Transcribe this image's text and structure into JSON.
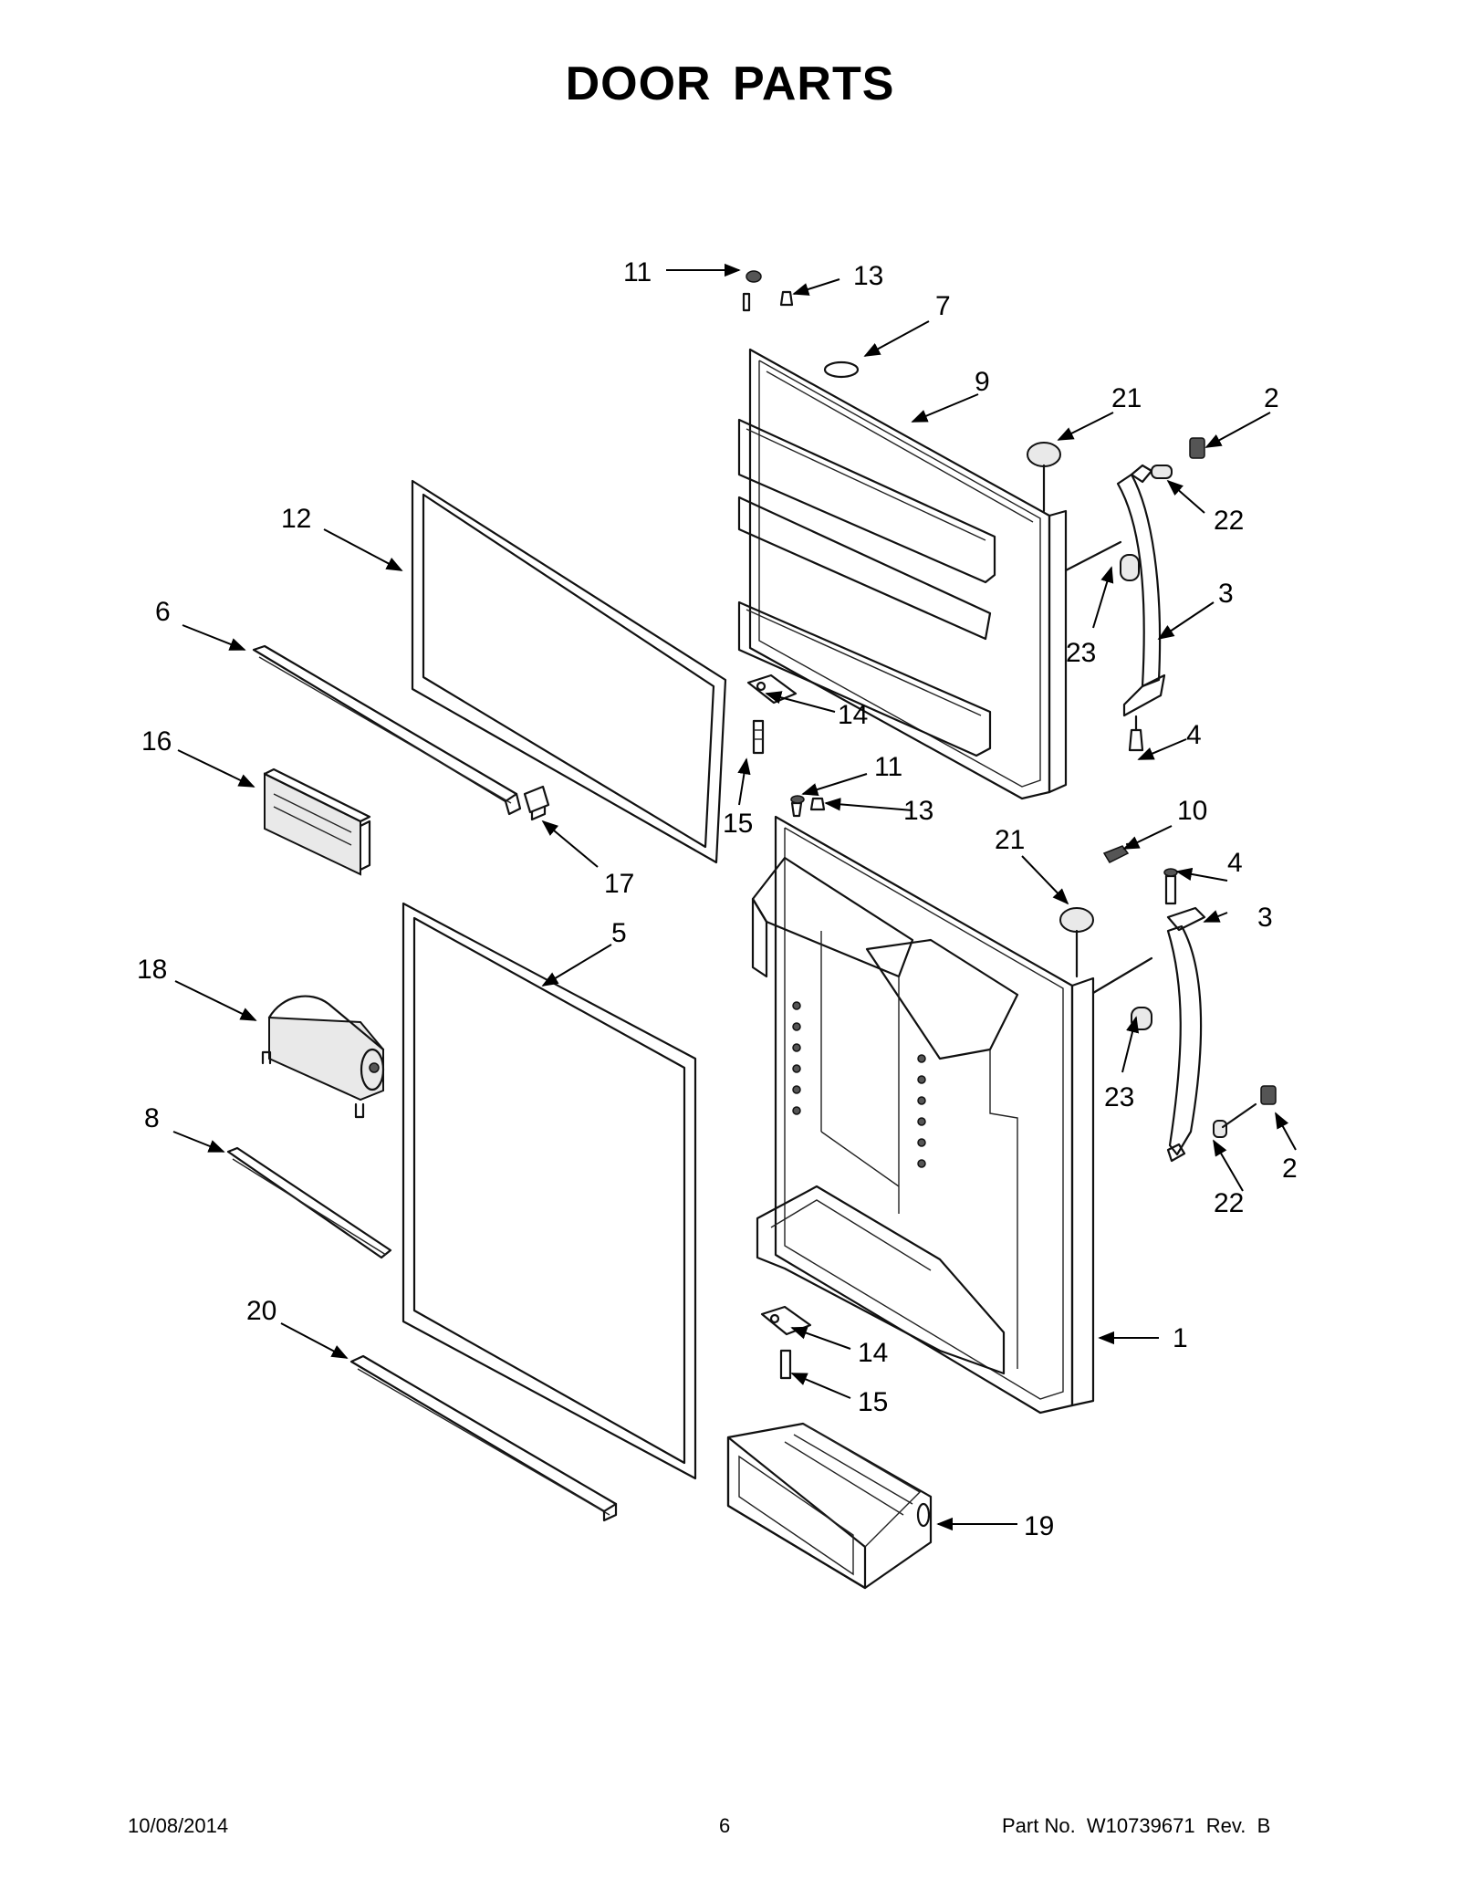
{
  "title": "DOOR PARTS",
  "footer": {
    "date": "10/08/2014",
    "page": "6",
    "part_number": "Part No.  W10739671  Rev.  B"
  },
  "callouts": {
    "c11a": "11",
    "c13a": "13",
    "c7": "7",
    "c9": "9",
    "c21a": "21",
    "c2a": "2",
    "c22a": "22",
    "c12": "12",
    "c3a": "3",
    "c6": "6",
    "c23a": "23",
    "c14a": "14",
    "c4a": "4",
    "c16": "16",
    "c15a": "15",
    "c11b": "11",
    "c13b": "13",
    "c17": "17",
    "c10": "10",
    "c21b": "21",
    "c4b": "4",
    "c3b": "3",
    "c5": "5",
    "c18": "18",
    "c23b": "23",
    "c2b": "2",
    "c8": "8",
    "c22b": "22",
    "c20": "20",
    "c14b": "14",
    "c1": "1",
    "c15b": "15",
    "c19": "19"
  }
}
